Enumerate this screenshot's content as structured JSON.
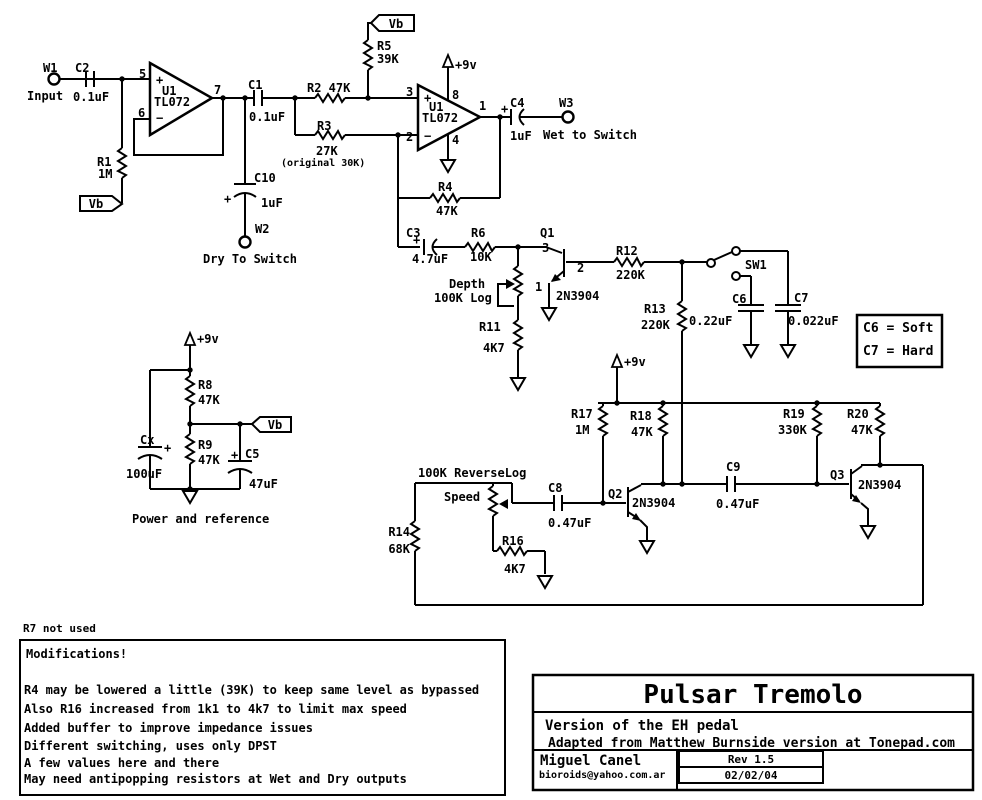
{
  "labels": {
    "vb": "Vb",
    "v9": "+9v",
    "plus": "+",
    "minus": "−",
    "w1": "W1",
    "input": "Input",
    "w2": "W2",
    "dry_to_switch": "Dry To Switch",
    "w3": "W3",
    "wet_to_switch": "Wet to Switch"
  },
  "components": {
    "c1": {
      "ref": "C1",
      "val": "0.1uF"
    },
    "c2": {
      "ref": "C2",
      "val": "0.1uF"
    },
    "c3": {
      "ref": "C3",
      "val": "4.7uF"
    },
    "c4": {
      "ref": "C4",
      "val": "1uF"
    },
    "c5": {
      "ref": "C5",
      "val": "47uF"
    },
    "c6": {
      "ref": "C6",
      "val": "0.22uF"
    },
    "c7": {
      "ref": "C7",
      "val": "0.022uF"
    },
    "c8": {
      "ref": "C8",
      "val": "0.47uF"
    },
    "c9": {
      "ref": "C9",
      "val": "0.47uF"
    },
    "c10": {
      "ref": "C10",
      "val": "1uF"
    },
    "cx": {
      "ref": "Cx",
      "val": "100uF"
    },
    "r1": {
      "ref": "R1",
      "val": "1M"
    },
    "r2": {
      "label": "R2 47K"
    },
    "r3": {
      "ref": "R3",
      "val": "27K",
      "note": "(original 30K)"
    },
    "r4": {
      "ref": "R4",
      "val": "47K"
    },
    "r5": {
      "ref": "R5",
      "val": "39K"
    },
    "r6": {
      "ref": "R6",
      "val": "10K"
    },
    "r8": {
      "ref": "R8",
      "val": "47K"
    },
    "r9": {
      "ref": "R9",
      "val": "47K"
    },
    "r11": {
      "ref": "R11",
      "val": "4K7"
    },
    "r12": {
      "ref": "R12",
      "val": "220K"
    },
    "r13": {
      "ref": "R13",
      "val": "220K"
    },
    "r14": {
      "ref": "R14",
      "val": "68K"
    },
    "r16": {
      "ref": "R16",
      "val": "4K7"
    },
    "r17": {
      "ref": "R17",
      "val": "1M"
    },
    "r18": {
      "ref": "R18",
      "val": "47K"
    },
    "r19": {
      "ref": "R19",
      "val": "330K"
    },
    "r20": {
      "ref": "R20",
      "val": "47K"
    },
    "u1a": {
      "ref": "U1",
      "part": "TL072",
      "pin_noninv": "5",
      "pin_inv": "6",
      "pin_out": "7"
    },
    "u1b": {
      "ref": "U1",
      "part": "TL072",
      "pin_noninv": "3",
      "pin_inv": "2",
      "pin_out": "1",
      "pin_vplus": "8",
      "pin_vminus": "4"
    },
    "q1": {
      "ref": "Q1",
      "part": "2N3904",
      "pin_c": "3",
      "pin_b": "2",
      "pin_e": "1"
    },
    "q2": {
      "ref": "Q2",
      "part": "2N3904"
    },
    "q3": {
      "ref": "Q3",
      "part": "2N3904"
    },
    "sw1": {
      "ref": "SW1"
    },
    "depth_pot": {
      "name": "Depth",
      "val": "100K Log"
    },
    "speed_pot": {
      "name": "Speed",
      "val": "100K ReverseLog"
    }
  },
  "annotations": {
    "cap_note_line1": "C6 = Soft",
    "cap_note_line2": "C7 = Hard",
    "power_section": "Power and reference",
    "r7_note": "R7 not used",
    "mods_title": "Modifications!",
    "mods": [
      "R4 may be lowered a little (39K) to keep same level as bypassed",
      "Also R16 increased from 1k1 to 4k7 to limit max speed",
      "Added buffer to improve impedance issues",
      "Different switching, uses only DPST",
      "A few values here and there",
      "May need antipopping resistors at Wet and Dry outputs"
    ]
  },
  "title_block": {
    "title": "Pulsar Tremolo",
    "subtitle": "Version of the EH pedal",
    "credit": "Adapted from Matthew Burnside version at Tonepad.com",
    "author": "Miguel Canel",
    "email": "bioroids@yahoo.com.ar",
    "rev": "Rev 1.5",
    "date": "02/02/04"
  }
}
